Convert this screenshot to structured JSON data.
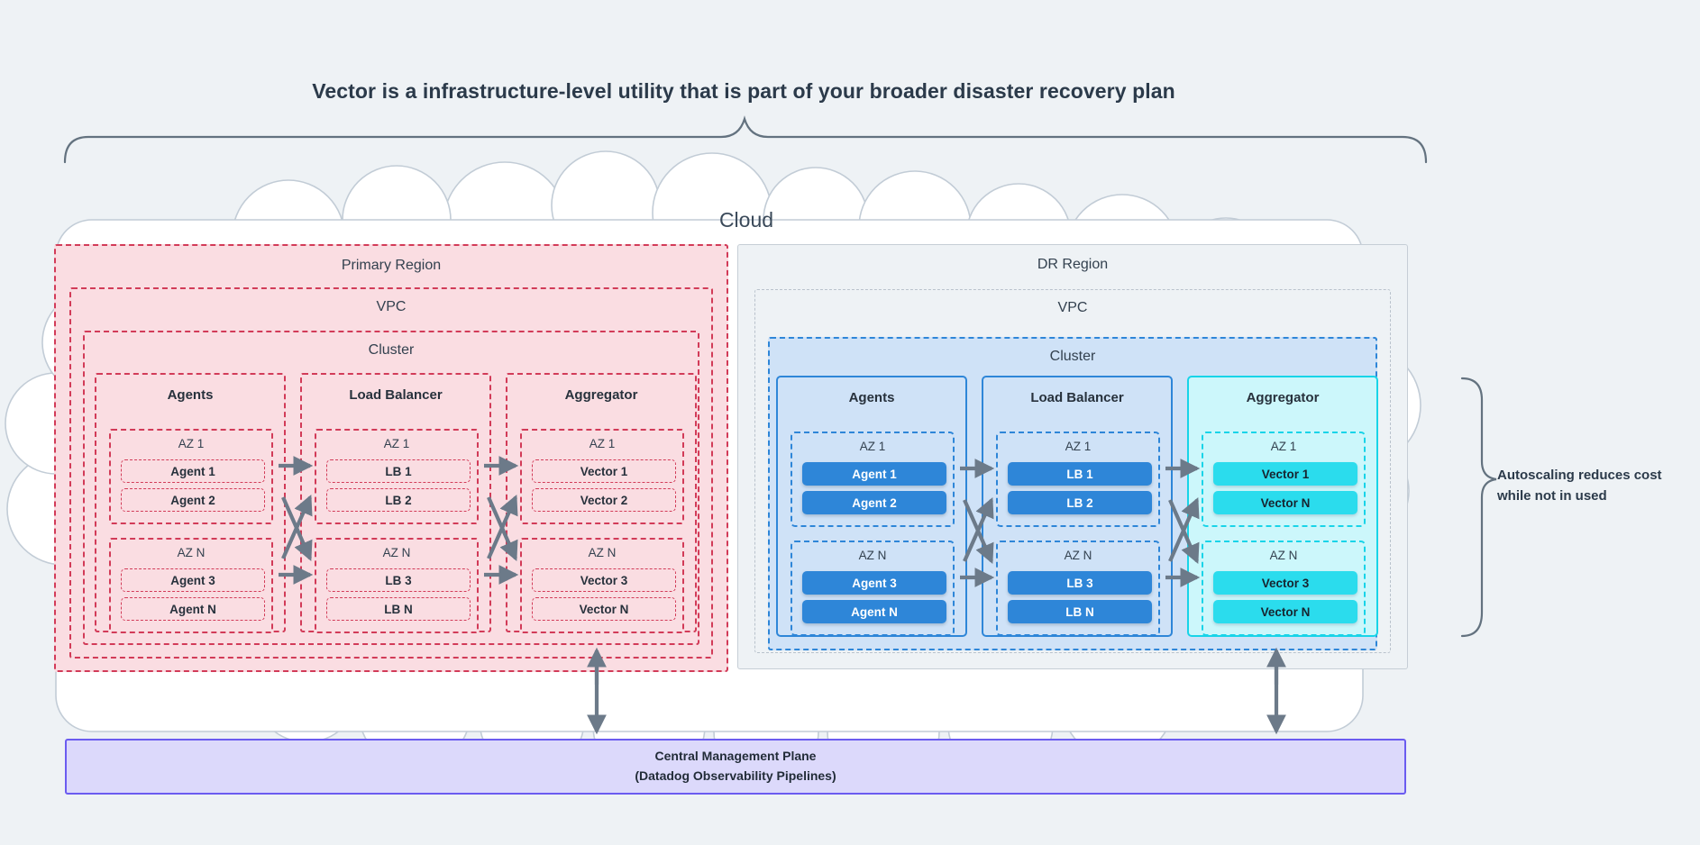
{
  "title": "Vector is a infrastructure-level utility that is part of your broader disaster recovery plan",
  "cloud": {
    "label": "Cloud"
  },
  "annotation": {
    "text": "Autoscaling reduces cost while not in used"
  },
  "management_plane": {
    "line1": "Central Management Plane",
    "line2": "(Datadog Observability Pipelines)"
  },
  "colors": {
    "background": "#eef2f5",
    "primary_fill": "#fadde2",
    "primary_stroke": "#d23b58",
    "dr_cluster_fill": "#cfe2f7",
    "dr_stroke": "#2e86d8",
    "dr_node_fill": "#2e86d8",
    "aggregator_fill": "#ccf7fb",
    "aggregator_stroke": "#18d4e8",
    "aggregator_node_fill": "#2bdced",
    "mgmt_fill": "#dcd9fb",
    "mgmt_stroke": "#6b5cf0",
    "arrow": "#6c7a89",
    "text": "#27313c"
  },
  "regions": [
    {
      "id": "primary",
      "name": "Primary Region",
      "vpc": "VPC",
      "cluster": "Cluster",
      "columns": [
        {
          "title": "Agents",
          "zones": [
            {
              "title": "AZ 1",
              "nodes": [
                "Agent 1",
                "Agent 2"
              ]
            },
            {
              "title": "AZ N",
              "nodes": [
                "Agent 3",
                "Agent N"
              ]
            }
          ]
        },
        {
          "title": "Load Balancer",
          "zones": [
            {
              "title": "AZ 1",
              "nodes": [
                "LB 1",
                "LB 2"
              ]
            },
            {
              "title": "AZ N",
              "nodes": [
                "LB 3",
                "LB N"
              ]
            }
          ]
        },
        {
          "title": "Aggregator",
          "zones": [
            {
              "title": "AZ 1",
              "nodes": [
                "Vector 1",
                "Vector 2"
              ]
            },
            {
              "title": "AZ N",
              "nodes": [
                "Vector 3",
                "Vector N"
              ]
            }
          ]
        }
      ]
    },
    {
      "id": "dr",
      "name": "DR Region",
      "vpc": "VPC",
      "cluster": "Cluster",
      "columns": [
        {
          "title": "Agents",
          "zones": [
            {
              "title": "AZ 1",
              "nodes": [
                "Agent 1",
                "Agent 2"
              ]
            },
            {
              "title": "AZ N",
              "nodes": [
                "Agent 3",
                "Agent N"
              ]
            }
          ]
        },
        {
          "title": "Load Balancer",
          "zones": [
            {
              "title": "AZ 1",
              "nodes": [
                "LB 1",
                "LB 2"
              ]
            },
            {
              "title": "AZ N",
              "nodes": [
                "LB 3",
                "LB N"
              ]
            }
          ]
        },
        {
          "title": "Aggregator",
          "zones": [
            {
              "title": "AZ 1",
              "nodes": [
                "Vector 1",
                "Vector N"
              ]
            },
            {
              "title": "AZ N",
              "nodes": [
                "Vector 3",
                "Vector N"
              ]
            }
          ]
        }
      ]
    }
  ]
}
